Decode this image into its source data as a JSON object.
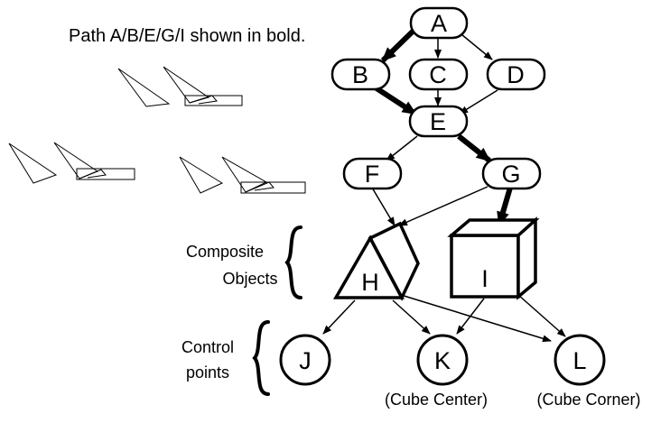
{
  "caption": "Path A/B/E/G/I shown in bold.",
  "nodes": {
    "a": "A",
    "b": "B",
    "c": "C",
    "d": "D",
    "e": "E",
    "f": "F",
    "g": "G",
    "h": "H",
    "i": "I",
    "j": "J",
    "k": "K",
    "l": "L"
  },
  "groups": {
    "composite_line1": "Composite",
    "composite_line2": "Objects",
    "control_line1": "Control",
    "control_line2": "points"
  },
  "sublabels": {
    "k": "(Cube Center)",
    "l": "(Cube Corner)"
  },
  "bold_path": [
    "A",
    "B",
    "E",
    "G",
    "I"
  ]
}
